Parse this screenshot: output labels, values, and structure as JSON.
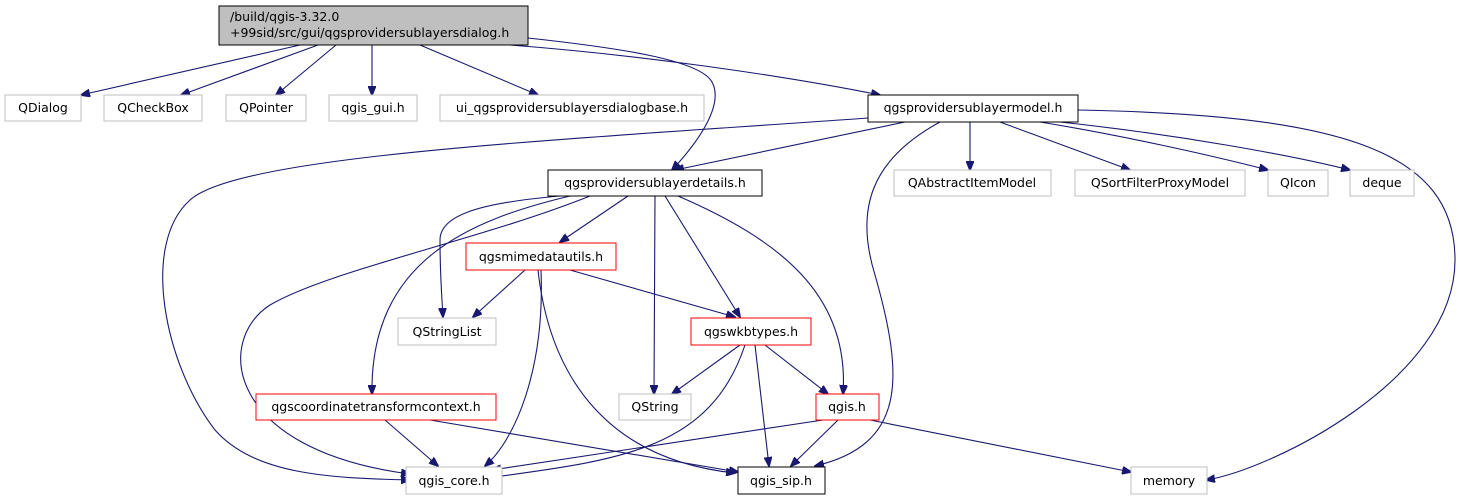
{
  "colors": {
    "edge": "#191970",
    "root_fill": "#bfbfbf",
    "black_border": "#000000",
    "gray_border": "#bfbfbf",
    "red_border": "#ff0000",
    "background": "#ffffff"
  },
  "nodes": {
    "root": {
      "lines": [
        "/build/qgis-3.32.0",
        "+99sid/src/gui/qgsprovidersublayersdialog.h"
      ]
    },
    "qdialog": {
      "label": "QDialog"
    },
    "qcheckbox": {
      "label": "QCheckBox"
    },
    "qpointer": {
      "label": "QPointer"
    },
    "qgis_gui": {
      "label": "qgis_gui.h"
    },
    "ui_base": {
      "label": "ui_qgsprovidersublayersdialogbase.h"
    },
    "sublayermodel": {
      "label": "qgsprovidersublayermodel.h"
    },
    "sublayerdetails": {
      "label": "qgsprovidersublayerdetails.h"
    },
    "qabstractitemmodel": {
      "label": "QAbstractItemModel"
    },
    "qsortfilterproxymodel": {
      "label": "QSortFilterProxyModel"
    },
    "qicon": {
      "label": "QIcon"
    },
    "deque": {
      "label": "deque"
    },
    "qgsmimedatautils": {
      "label": "qgsmimedatautils.h"
    },
    "qstringlist": {
      "label": "QStringList"
    },
    "qgswkbtypes": {
      "label": "qgswkbtypes.h"
    },
    "qgscoordinatetransformcontext": {
      "label": "qgscoordinatetransformcontext.h"
    },
    "qstring": {
      "label": "QString"
    },
    "qgis_h": {
      "label": "qgis.h"
    },
    "qgis_core": {
      "label": "qgis_core.h"
    },
    "qgis_sip": {
      "label": "qgis_sip.h"
    },
    "memory": {
      "label": "memory"
    }
  }
}
